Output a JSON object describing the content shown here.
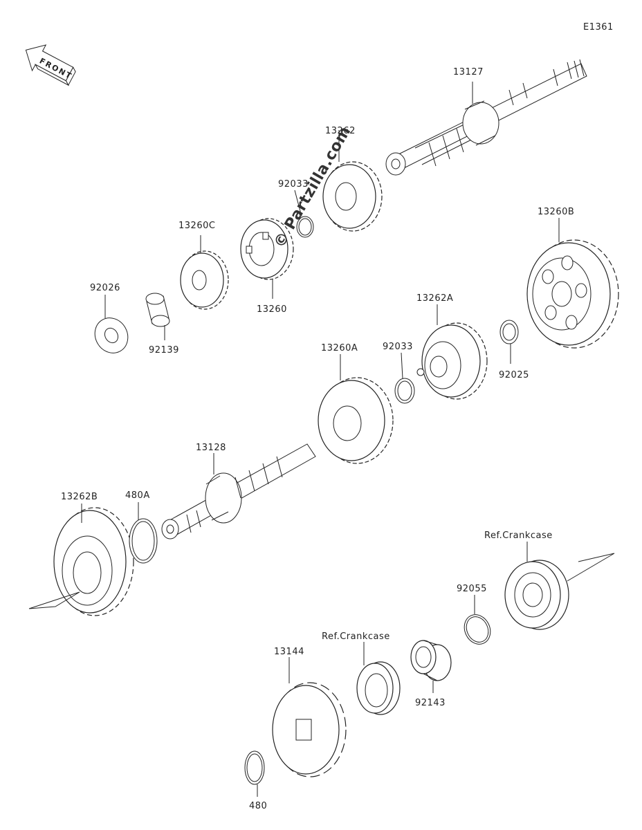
{
  "diagram_id": "E1361",
  "front_label": "FRONT",
  "watermark": "© Partzilla.com",
  "labels": {
    "p13127": "13127",
    "p13262": "13262",
    "p92033a": "92033",
    "p13260c": "13260C",
    "p13260": "13260",
    "p92026": "92026",
    "p92139": "92139",
    "p13260b": "13260B",
    "p13262a": "13262A",
    "p92025": "92025",
    "p13260a": "13260A",
    "p92033b": "92033",
    "p13128": "13128",
    "p13262b": "13262B",
    "p480a": "480A",
    "p_ref_crankcase_a": "Ref.Crankcase",
    "p92055": "92055",
    "p_ref_crankcase_b": "Ref.Crankcase",
    "p13144": "13144",
    "p92143": "92143",
    "p480": "480"
  }
}
